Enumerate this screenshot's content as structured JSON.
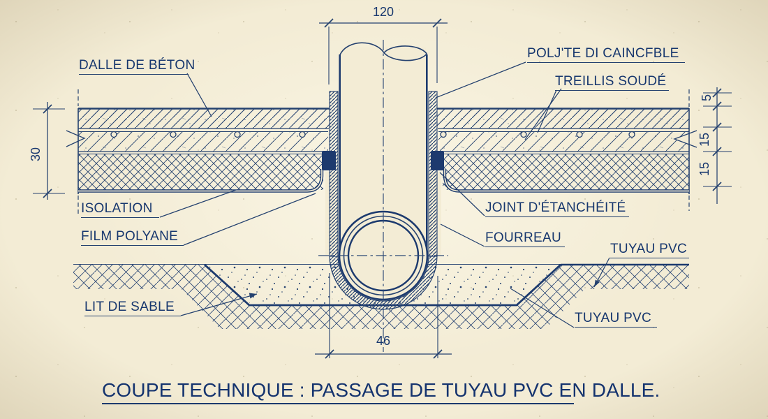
{
  "drawing": {
    "title": "COUPE TECHNIQUE : PASSAGE DE TUYAU PVC EN DALLE.",
    "labels": {
      "dalle_de_beton": "DALLE DE BÉTON",
      "polystyrene": "POLJ'TE DI CAINCFBLE",
      "treillis_soude": "TREILLIS SOUDÉ",
      "isolation": "ISOLATION",
      "film_polyane": "FILM POLYANE",
      "lit_de_sable": "LIT DE SABLE",
      "joint_etancheite": "JOINT D'ÉTANCHÉITÉ",
      "fourreau": "FOURREAU",
      "tuyau_pvc_upper": "TUYAU PVC",
      "tuyau_pvc_lower": "TUYAU PVC"
    },
    "dimensions": {
      "largeur_haut": "120",
      "epaisseur_dalle": "30",
      "cote_droite_haut": "5",
      "cote_droite_milieu": "15",
      "cote_droite_bas": "15",
      "largeur_bas": "46"
    },
    "colors": {
      "ink": "#24416f",
      "ink_text": "#17376e",
      "paper": "#f3ecd5"
    }
  }
}
